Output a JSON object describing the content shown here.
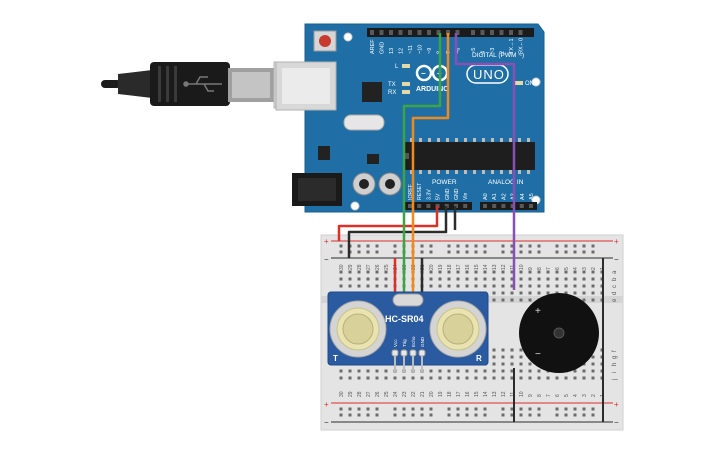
{
  "arduino": {
    "logo_text": "ARDUINO",
    "model": "UNO",
    "on_label": "ON",
    "l_label": "L",
    "tx_label": "TX",
    "rx_label": "RX",
    "digital_label": "DIGITAL (PWM ~)",
    "power_label": "POWER",
    "analog_label": "ANALOG IN",
    "top_pins": [
      "AREF",
      "GND",
      "13",
      "12",
      "~11",
      "~10",
      "~9",
      "8",
      "7",
      "~6",
      "~5",
      "4",
      "~3",
      "2",
      "TX→1",
      "RX←0"
    ],
    "power_pins": [
      "IOREF",
      "RESET",
      "3.3V",
      "5V",
      "GND",
      "GND",
      "Vin"
    ],
    "analog_pins": [
      "A0",
      "A1",
      "A2",
      "A3",
      "A4",
      "A5"
    ]
  },
  "sensor": {
    "label": "HC-SR04",
    "t_label": "T",
    "r_label": "R",
    "pins": [
      "Vcc",
      "Trig",
      "Echo",
      "GND"
    ]
  },
  "breadboard": {
    "rail_plus": "+",
    "rail_minus": "−",
    "column_numbers": [
      "30",
      "29",
      "28",
      "27",
      "26",
      "25",
      "24",
      "23",
      "22",
      "21",
      "20",
      "19",
      "18",
      "17",
      "16",
      "15",
      "14",
      "13",
      "12",
      "11",
      "10",
      "9",
      "8",
      "7",
      "6",
      "5",
      "4",
      "3",
      "2",
      "1"
    ],
    "row_letters_top": [
      "a",
      "b",
      "c",
      "d",
      "e"
    ],
    "row_letters_bottom": [
      "f",
      "g",
      "h",
      "i",
      "j"
    ]
  },
  "buzzer": {
    "plus_label": "+",
    "minus_label": "−"
  },
  "colors": {
    "board": "#1f6fa6",
    "sensor": "#2a5aa0",
    "wire_red": "#d9302c",
    "wire_black": "#2b2b2b",
    "wire_green": "#3aa643",
    "wire_orange": "#f08a1c",
    "wire_purple": "#8a4fb5"
  }
}
